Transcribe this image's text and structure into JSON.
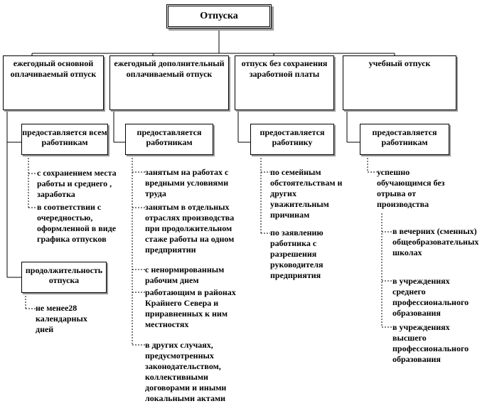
{
  "title": "Отпуска",
  "categories": [
    {
      "label": "ежегодный основной оплачиваемый отпуск",
      "provided": "предоставляется всем работникам",
      "conditions": [
        "с сохранением  места работы и среднего , заработка",
        "в соответствии с очередностью, оформленной  в виде графика отпусков"
      ],
      "duration_label": "продолжительность отпуска",
      "duration_value": "не менее28 календарных дней"
    },
    {
      "label": "ежегодный дополнительный оплачиваемый отпуск",
      "provided": "предоставляется работникам",
      "items": [
        "занятым на работах с вредными условиями труда",
        "занятым в отдельных отраслях производства при продолжительном стаже работы на одном предприятии",
        "с ненормированным рабочим днем",
        "работающим в районах Крайнего Севера и приравненных  к ним местностях",
        "в других случаях, предусмотренных законодательством, коллективными договорами и иными локальными актами"
      ]
    },
    {
      "label": "отпуск без сохранения заработной платы",
      "provided": "предоставляется работнику",
      "items": [
        "по  семейным обстоятельствам и других уважительным причинам",
        "по заявлению работника с разрешения руководителя предприятия"
      ]
    },
    {
      "label": "учебный отпуск",
      "provided": "предоставляется работникам",
      "lead": "успешно обучающимся без отрыва от производства",
      "items": [
        "в вечерних (сменных) общеобразовательных школах",
        "в учреждениях среднего профессионального образования",
        "в учреждениях высшего профессионального образования"
      ]
    }
  ]
}
